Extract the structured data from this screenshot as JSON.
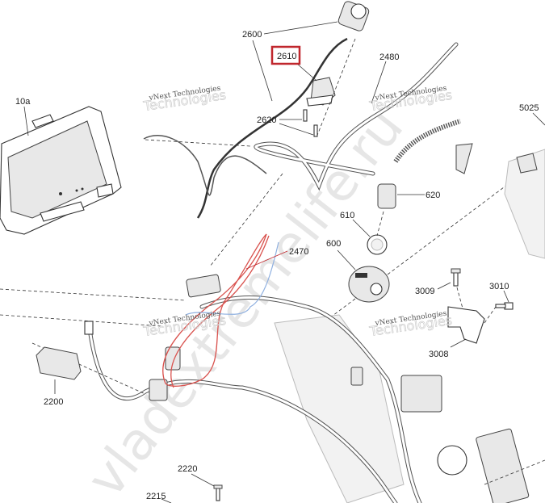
{
  "diagram": {
    "highlight_color": "#c0272d",
    "highlighted_part": "2610",
    "callouts": {
      "p2600": "2600",
      "p2610": "2610",
      "p2480": "2480",
      "p10a": "10a",
      "p2620": "2620",
      "p5025": "5025",
      "p620": "620",
      "p610": "610",
      "p600": "600",
      "p2470": "2470",
      "p3009": "3009",
      "p3010": "3010",
      "p3008": "3008",
      "p2200": "2200",
      "p2220": "2220",
      "p2215": "2215"
    },
    "watermarks": {
      "vendor": "vNext Technologies",
      "vendor_outline": "Technologies",
      "site": "vladextremelife.ru"
    }
  }
}
